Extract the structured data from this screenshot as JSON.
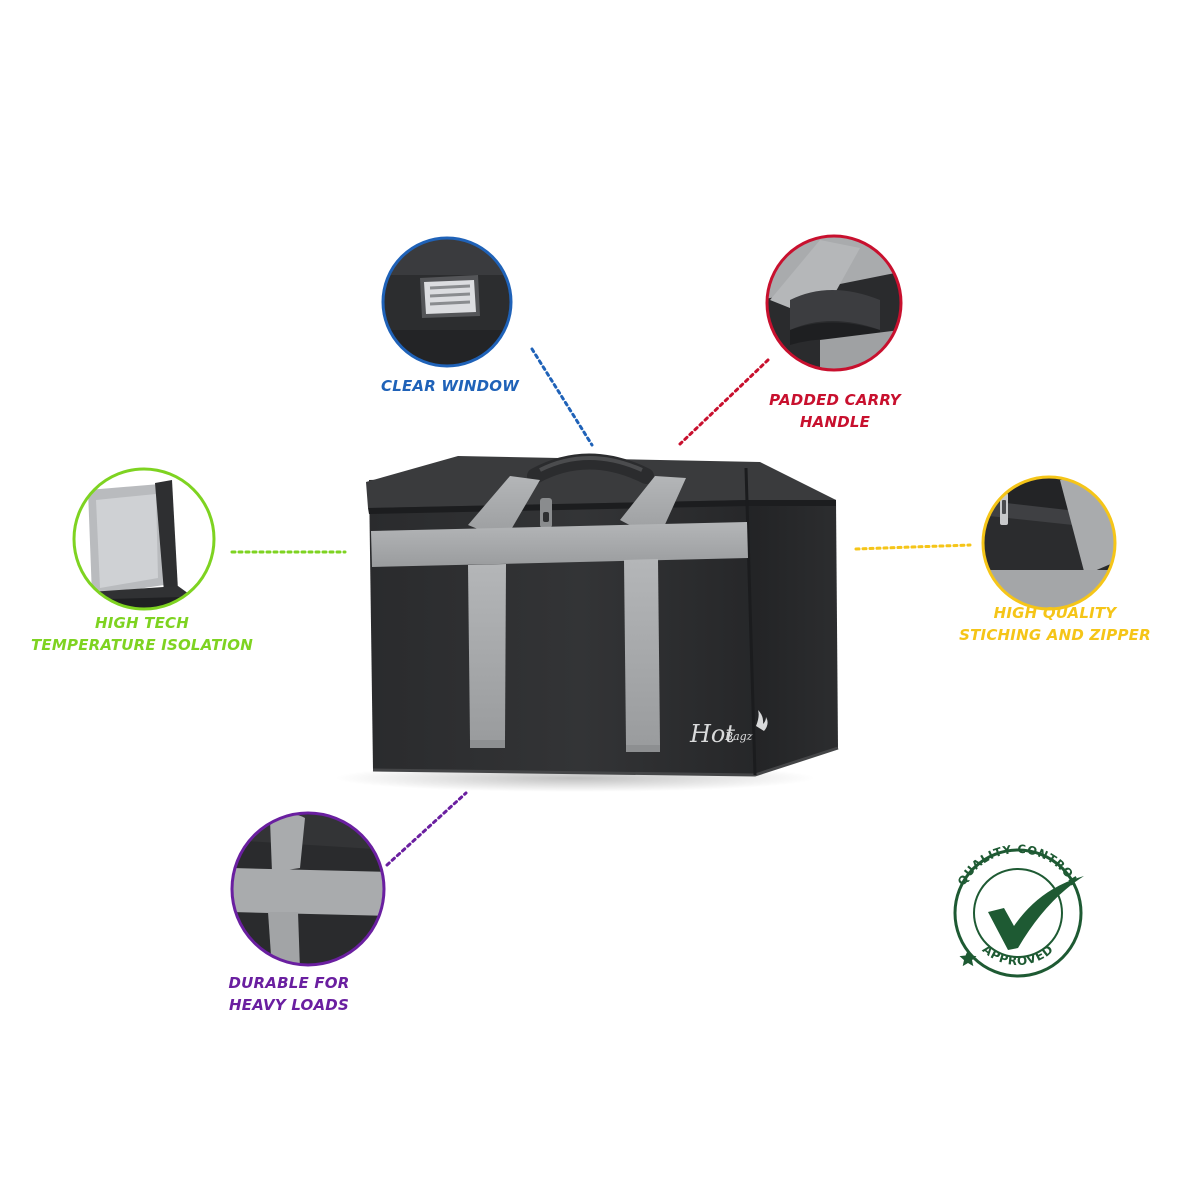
{
  "brand": {
    "logo_text_1": "Hot",
    "logo_text_2": "Bagz"
  },
  "features": {
    "clear_window": {
      "lines": [
        "CLEAR WINDOW"
      ],
      "color": "#1f62b8"
    },
    "padded_handle": {
      "lines": [
        "PADDED CARRY",
        "HANDLE"
      ],
      "color": "#c8102e"
    },
    "temperature": {
      "lines": [
        "HIGH TECH",
        "TEMPERATURE ISOLATION"
      ],
      "color": "#7ed321"
    },
    "stitching": {
      "lines": [
        "HIGH QUALITY",
        "STICHING AND ZIPPER"
      ],
      "color": "#f5c518"
    },
    "durable": {
      "lines": [
        "DURABLE FOR",
        "HEAVY LOADS"
      ],
      "color": "#6a1fa0"
    }
  },
  "badge": {
    "top_text": "QUALITY CONTROL",
    "bottom_text": "APPROVED",
    "color": "#1e5a33"
  },
  "colors": {
    "bag_body": "#2e2f31",
    "bag_strap": "#a9abad"
  }
}
